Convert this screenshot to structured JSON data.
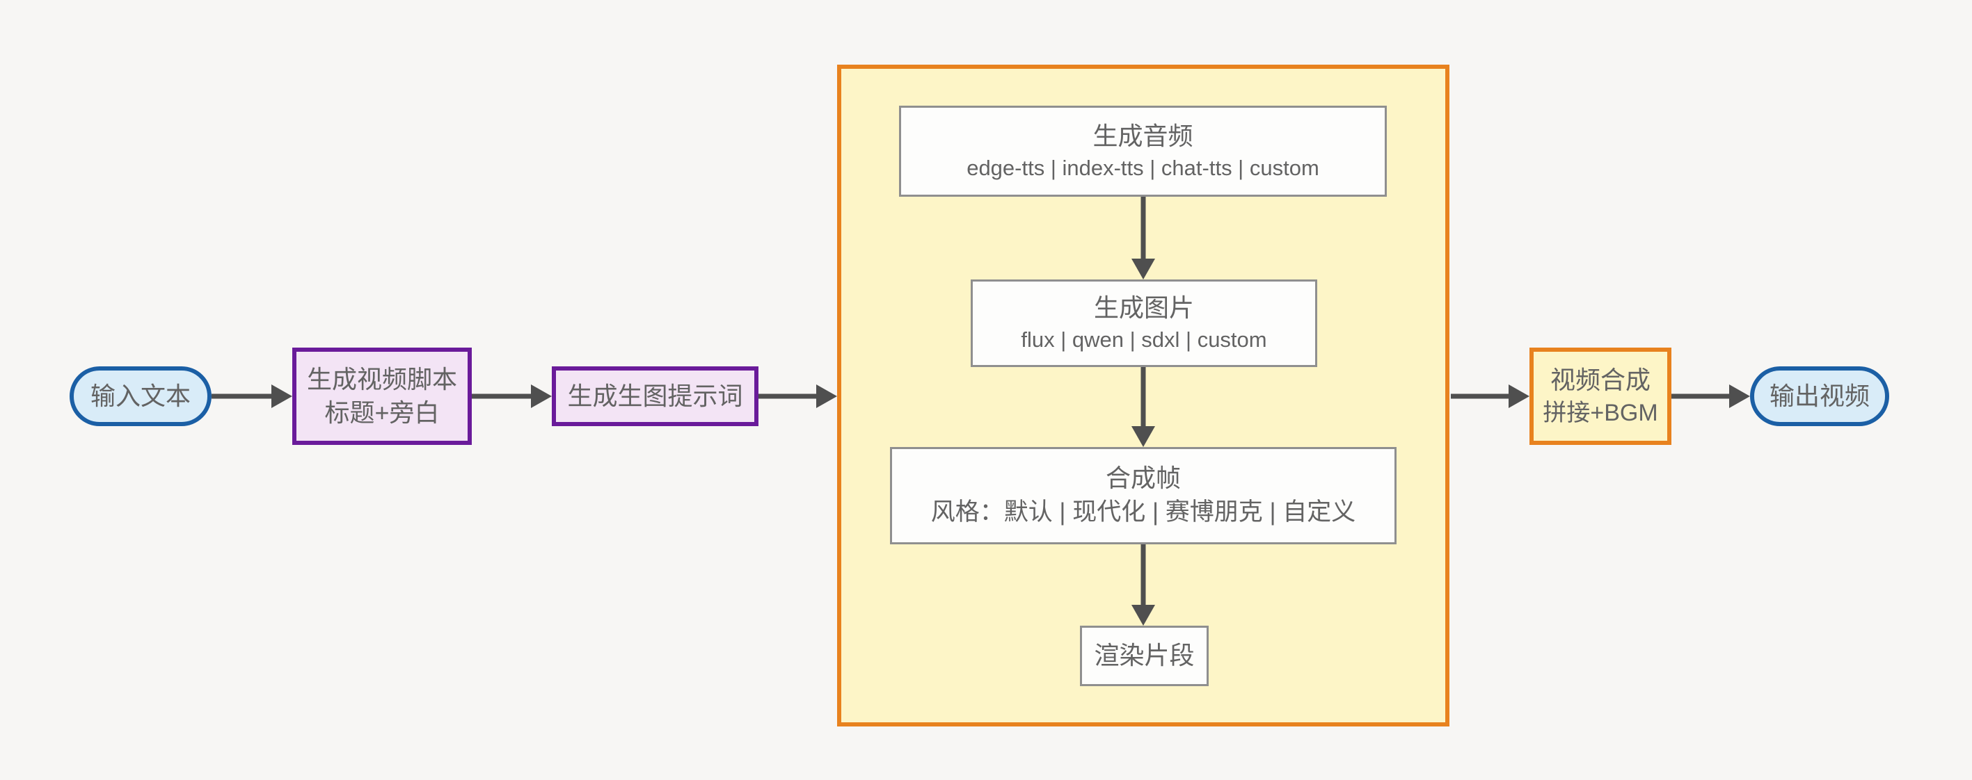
{
  "diagram": {
    "title": "text-to-video pipeline flowchart",
    "colors": {
      "background": "#f7f6f4",
      "arrow": "#4f4f4f",
      "text": "#636363",
      "pill_fill": "#d9ecf8",
      "pill_border": "#1b5fa5",
      "purple_fill": "#f3e4f5",
      "purple_border": "#6a1b9a",
      "yellow_fill": "#fdf5c7",
      "orange_border": "#e8821e",
      "white_box_fill": "#fdfdfc",
      "white_box_border": "#8f8f8f"
    },
    "nodes": {
      "input": {
        "label": "输入文本"
      },
      "script": {
        "line1": "生成视频脚本",
        "line2": "标题+旁白"
      },
      "prompt": {
        "label": "生成生图提示词"
      },
      "audio": {
        "line1": "生成音频",
        "line2": "edge-tts | index-tts | chat-tts | custom"
      },
      "image": {
        "line1": "生成图片",
        "line2": "flux | qwen | sdxl | custom"
      },
      "frame": {
        "line1": "合成帧",
        "line2": "风格：默认 | 现代化 | 赛博朋克 | 自定义"
      },
      "render": {
        "label": "渲染片段"
      },
      "compose": {
        "line1": "视频合成",
        "line2": "拼接+BGM"
      },
      "output": {
        "label": "输出视频"
      }
    }
  }
}
